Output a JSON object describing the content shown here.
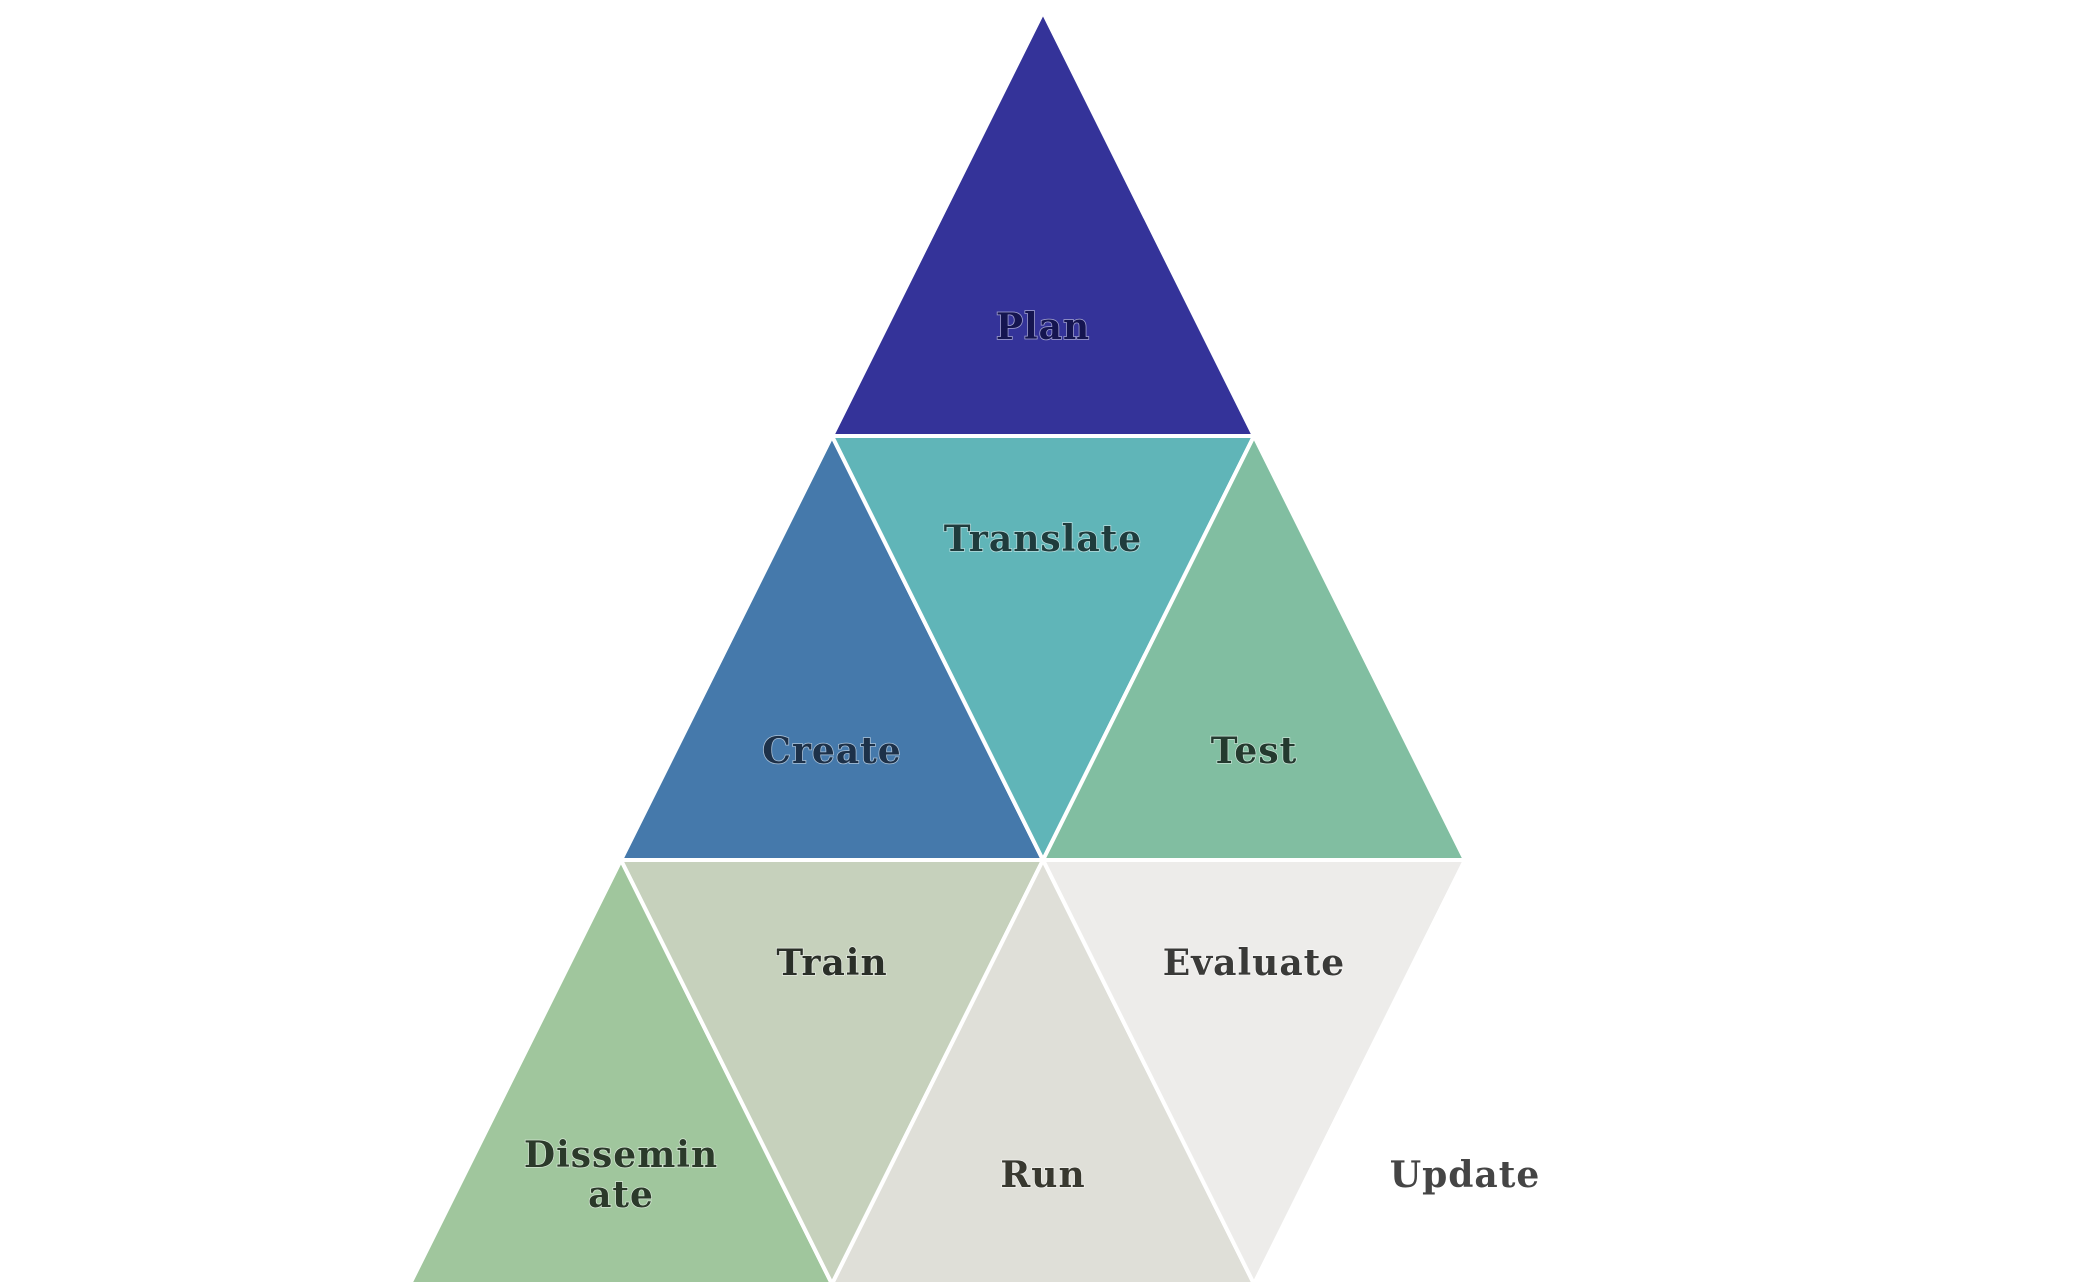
{
  "segments": [
    {
      "id": "plan",
      "label": [
        "Plan"
      ],
      "fill": "#343399",
      "text_color": "#151550",
      "pointing": "up"
    },
    {
      "id": "create",
      "label": [
        "Create"
      ],
      "fill": "#4579AB",
      "text_color": "#1d3149",
      "pointing": "up"
    },
    {
      "id": "translate",
      "label": [
        "Translate"
      ],
      "fill": "#60B5B8",
      "text_color": "#1f3c3d",
      "pointing": "down"
    },
    {
      "id": "test",
      "label": [
        "Test"
      ],
      "fill": "#81BEA1",
      "text_color": "#243a2f",
      "pointing": "up"
    },
    {
      "id": "disseminate",
      "label": [
        "Dissemin",
        "ate"
      ],
      "fill": "#A0C69D",
      "text_color": "#2b3a2a",
      "pointing": "up"
    },
    {
      "id": "train",
      "label": [
        "Train"
      ],
      "fill": "#C6D1BC",
      "text_color": "#2a2f28",
      "pointing": "down"
    },
    {
      "id": "run",
      "label": [
        "Run"
      ],
      "fill": "#DFDFD8",
      "text_color": "#38382f",
      "pointing": "up"
    },
    {
      "id": "evaluate",
      "label": [
        "Evaluate"
      ],
      "fill": "#EDECEA",
      "text_color": "#3a3a38",
      "pointing": "down"
    },
    {
      "id": "update",
      "label": [
        "Update"
      ],
      "fill": "#FFFFFF",
      "text_color": "#454545",
      "pointing": "up"
    }
  ]
}
